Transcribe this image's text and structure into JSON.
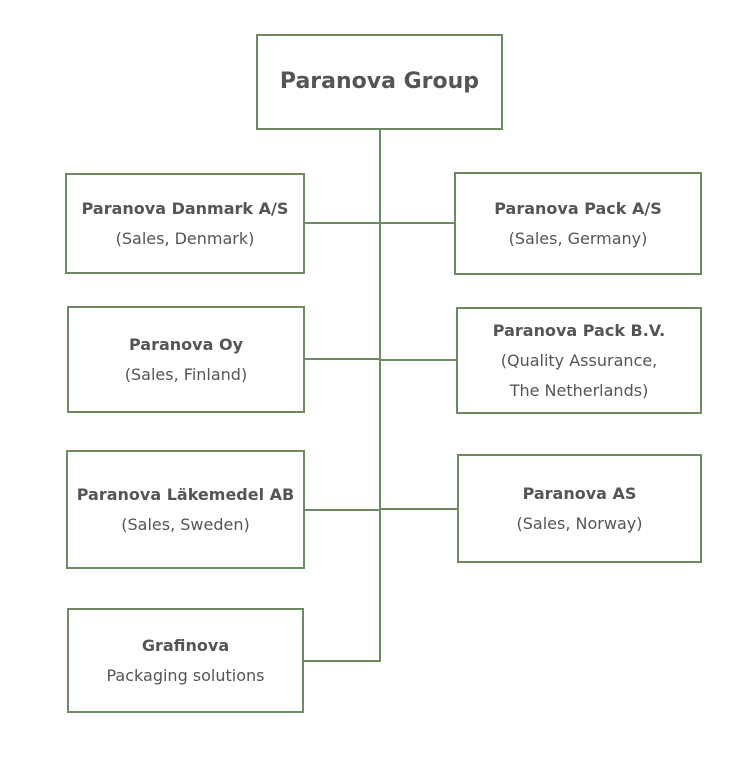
{
  "root": {
    "name": "Paranova Group"
  },
  "companies": [
    {
      "name": "Paranova Danmark A/S",
      "desc": [
        "(Sales, Denmark)"
      ]
    },
    {
      "name": "Paranova Pack A/S",
      "desc": [
        "(Sales, Germany)"
      ]
    },
    {
      "name": "Paranova Oy",
      "desc": [
        "(Sales, Finland)"
      ]
    },
    {
      "name": "Paranova Pack B.V.",
      "desc": [
        "(Quality Assurance,",
        "The Netherlands)"
      ]
    },
    {
      "name": "Paranova Läkemedel AB",
      "desc": [
        "(Sales, Sweden)"
      ]
    },
    {
      "name": "Paranova AS",
      "desc": [
        "(Sales, Norway)"
      ]
    },
    {
      "name": "Grafinova",
      "desc": [
        "Packaging solutions"
      ]
    }
  ],
  "colors": {
    "line": "#6f8a63",
    "border": "#6f8a63",
    "text": "#555555"
  }
}
